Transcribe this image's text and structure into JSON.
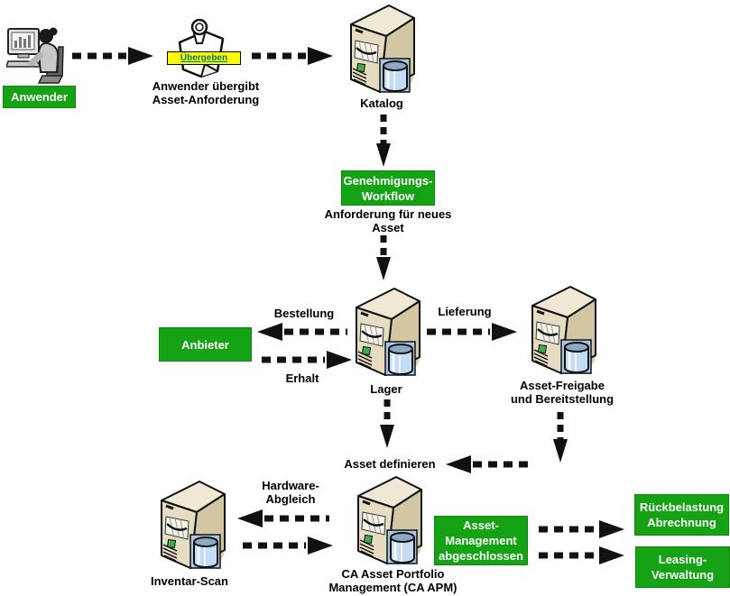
{
  "title": "CA APM Asset-Management Workflow Diagramm",
  "colors": {
    "box_green": "#15a315",
    "highlight_yellow": "#ffff00",
    "link_teal": "#007878",
    "arrow_black": "#111111",
    "server_beige": "#e6dcc2",
    "database_blue": "#c3dcf4"
  },
  "nodes": {
    "anwender": {
      "label": "Anwender"
    },
    "uebergeben_button": {
      "label": "Übergeben"
    },
    "uebergeben_caption": {
      "line1": "Anwender übergibt",
      "line2": "Asset-Anforderung"
    },
    "katalog": {
      "label": "Katalog"
    },
    "genehmigungs_workflow": {
      "line1": "Genehmigungs-",
      "line2": "Workflow"
    },
    "anforderung_caption": {
      "line1": "Anforderung für neues",
      "line2": "Asset"
    },
    "lager": {
      "label": "Lager"
    },
    "anbieter": {
      "label": "Anbieter"
    },
    "asset_freigabe": {
      "line1": "Asset-Freigabe",
      "line2": "und Bereitstellung"
    },
    "asset_definieren": {
      "label": "Asset definieren"
    },
    "inventar_scan": {
      "label": "Inventar-Scan"
    },
    "ca_apm": {
      "line1": "CA Asset Portfolio",
      "line2": "Management (CA APM)"
    },
    "asset_management": {
      "line1": "Asset-",
      "line2": "Management",
      "line3": "abgeschlossen"
    },
    "rueckbelastung": {
      "line1": "Rückbelastung",
      "line2": "Abrechnung"
    },
    "leasing": {
      "line1": "Leasing-",
      "line2": "Verwaltung"
    }
  },
  "edge_labels": {
    "bestellung": "Bestellung",
    "erhalt": "Erhalt",
    "lieferung": "Lieferung",
    "hardware_abgleich": {
      "line1": "Hardware-",
      "line2": "Abgleich"
    }
  }
}
